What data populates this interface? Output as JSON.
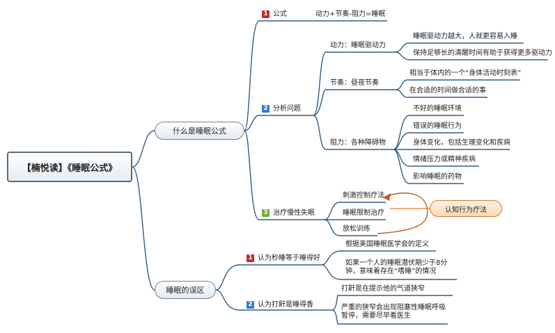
{
  "root": {
    "label": "【楠悦读】《睡眠公式》"
  },
  "branch1": {
    "label": "什么是睡眠公式",
    "items": [
      {
        "badge": "1",
        "label": "公式",
        "child": "动力+节奏-阻力=睡眠"
      },
      {
        "badge": "2",
        "label": "分析问题",
        "groups": [
          {
            "label": "动力：睡眠驱动力",
            "items": [
              "睡眠驱动力越大，人就更容易入睡",
              "保持足够长的清醒时间有助于获得更多驱动力"
            ]
          },
          {
            "label": "节奏：昼夜节奏",
            "items": [
              "相当于体内的一个“身体活动时刻表”",
              "在合适的时间做合适的事"
            ]
          },
          {
            "label": "阻力：各种障碍物",
            "items": [
              "不好的睡眠环境",
              "错误的睡眠行为",
              "身体变化，包括生理变化和疾病",
              "情绪压力或精神疾病",
              "影响睡眠的药物"
            ]
          }
        ]
      },
      {
        "badge": "3",
        "label": "治疗慢性失眠",
        "items": [
          "刺激控制疗法",
          "睡眠限制治疗",
          "放松训练"
        ],
        "callout": "认知行为疗法"
      }
    ]
  },
  "branch2": {
    "label": "睡眠的误区",
    "items": [
      {
        "badge": "1",
        "label": "认为秒睡等于睡得好",
        "items": [
          "根据美国睡眠医学会的定义",
          "如果一个人的睡眠潜伏期少于8分钟，意味着存在“嗜睡”的情况"
        ]
      },
      {
        "badge": "2",
        "label": "认为打鼾是睡得香",
        "items": [
          "打鼾是在提示他的气道狭窄",
          "严重的狭窄会出现阻塞性睡眠呼吸暂停，需要尽早看医生"
        ]
      }
    ]
  },
  "colors": {
    "line": "#2e5f86",
    "callout_border": "#d9772c",
    "badge_red": "#c8262a",
    "badge_blue": "#2f7fd0",
    "badge_green": "#6fae3a"
  }
}
